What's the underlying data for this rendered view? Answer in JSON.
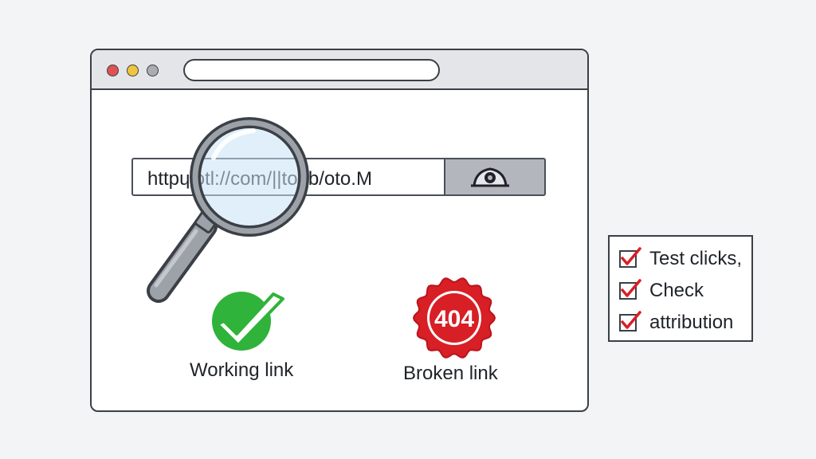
{
  "browser": {
    "url_text": "httpɥiotl://com/||tonb/oto.M",
    "window_controls": [
      "close",
      "minimize",
      "maximize"
    ]
  },
  "search_button": {
    "icon": "eye-icon"
  },
  "magnifier": {
    "icon": "magnifying-glass-icon"
  },
  "status": {
    "working": {
      "label": "Working link",
      "icon": "green-check-icon"
    },
    "broken": {
      "badge": "404",
      "label": "Broken link",
      "icon": "red-seal-icon"
    }
  },
  "checklist": {
    "items": [
      {
        "label": "Test clicks,",
        "checked": true
      },
      {
        "label": "Check",
        "checked": true
      },
      {
        "label": "attribution",
        "checked": true
      }
    ]
  },
  "colors": {
    "accent_green": "#2fb33a",
    "accent_red": "#d81f26",
    "outline": "#3b3f46",
    "dot_red": "#e05252",
    "dot_yellow": "#f0c53c",
    "dot_gray": "#a9acb1"
  }
}
